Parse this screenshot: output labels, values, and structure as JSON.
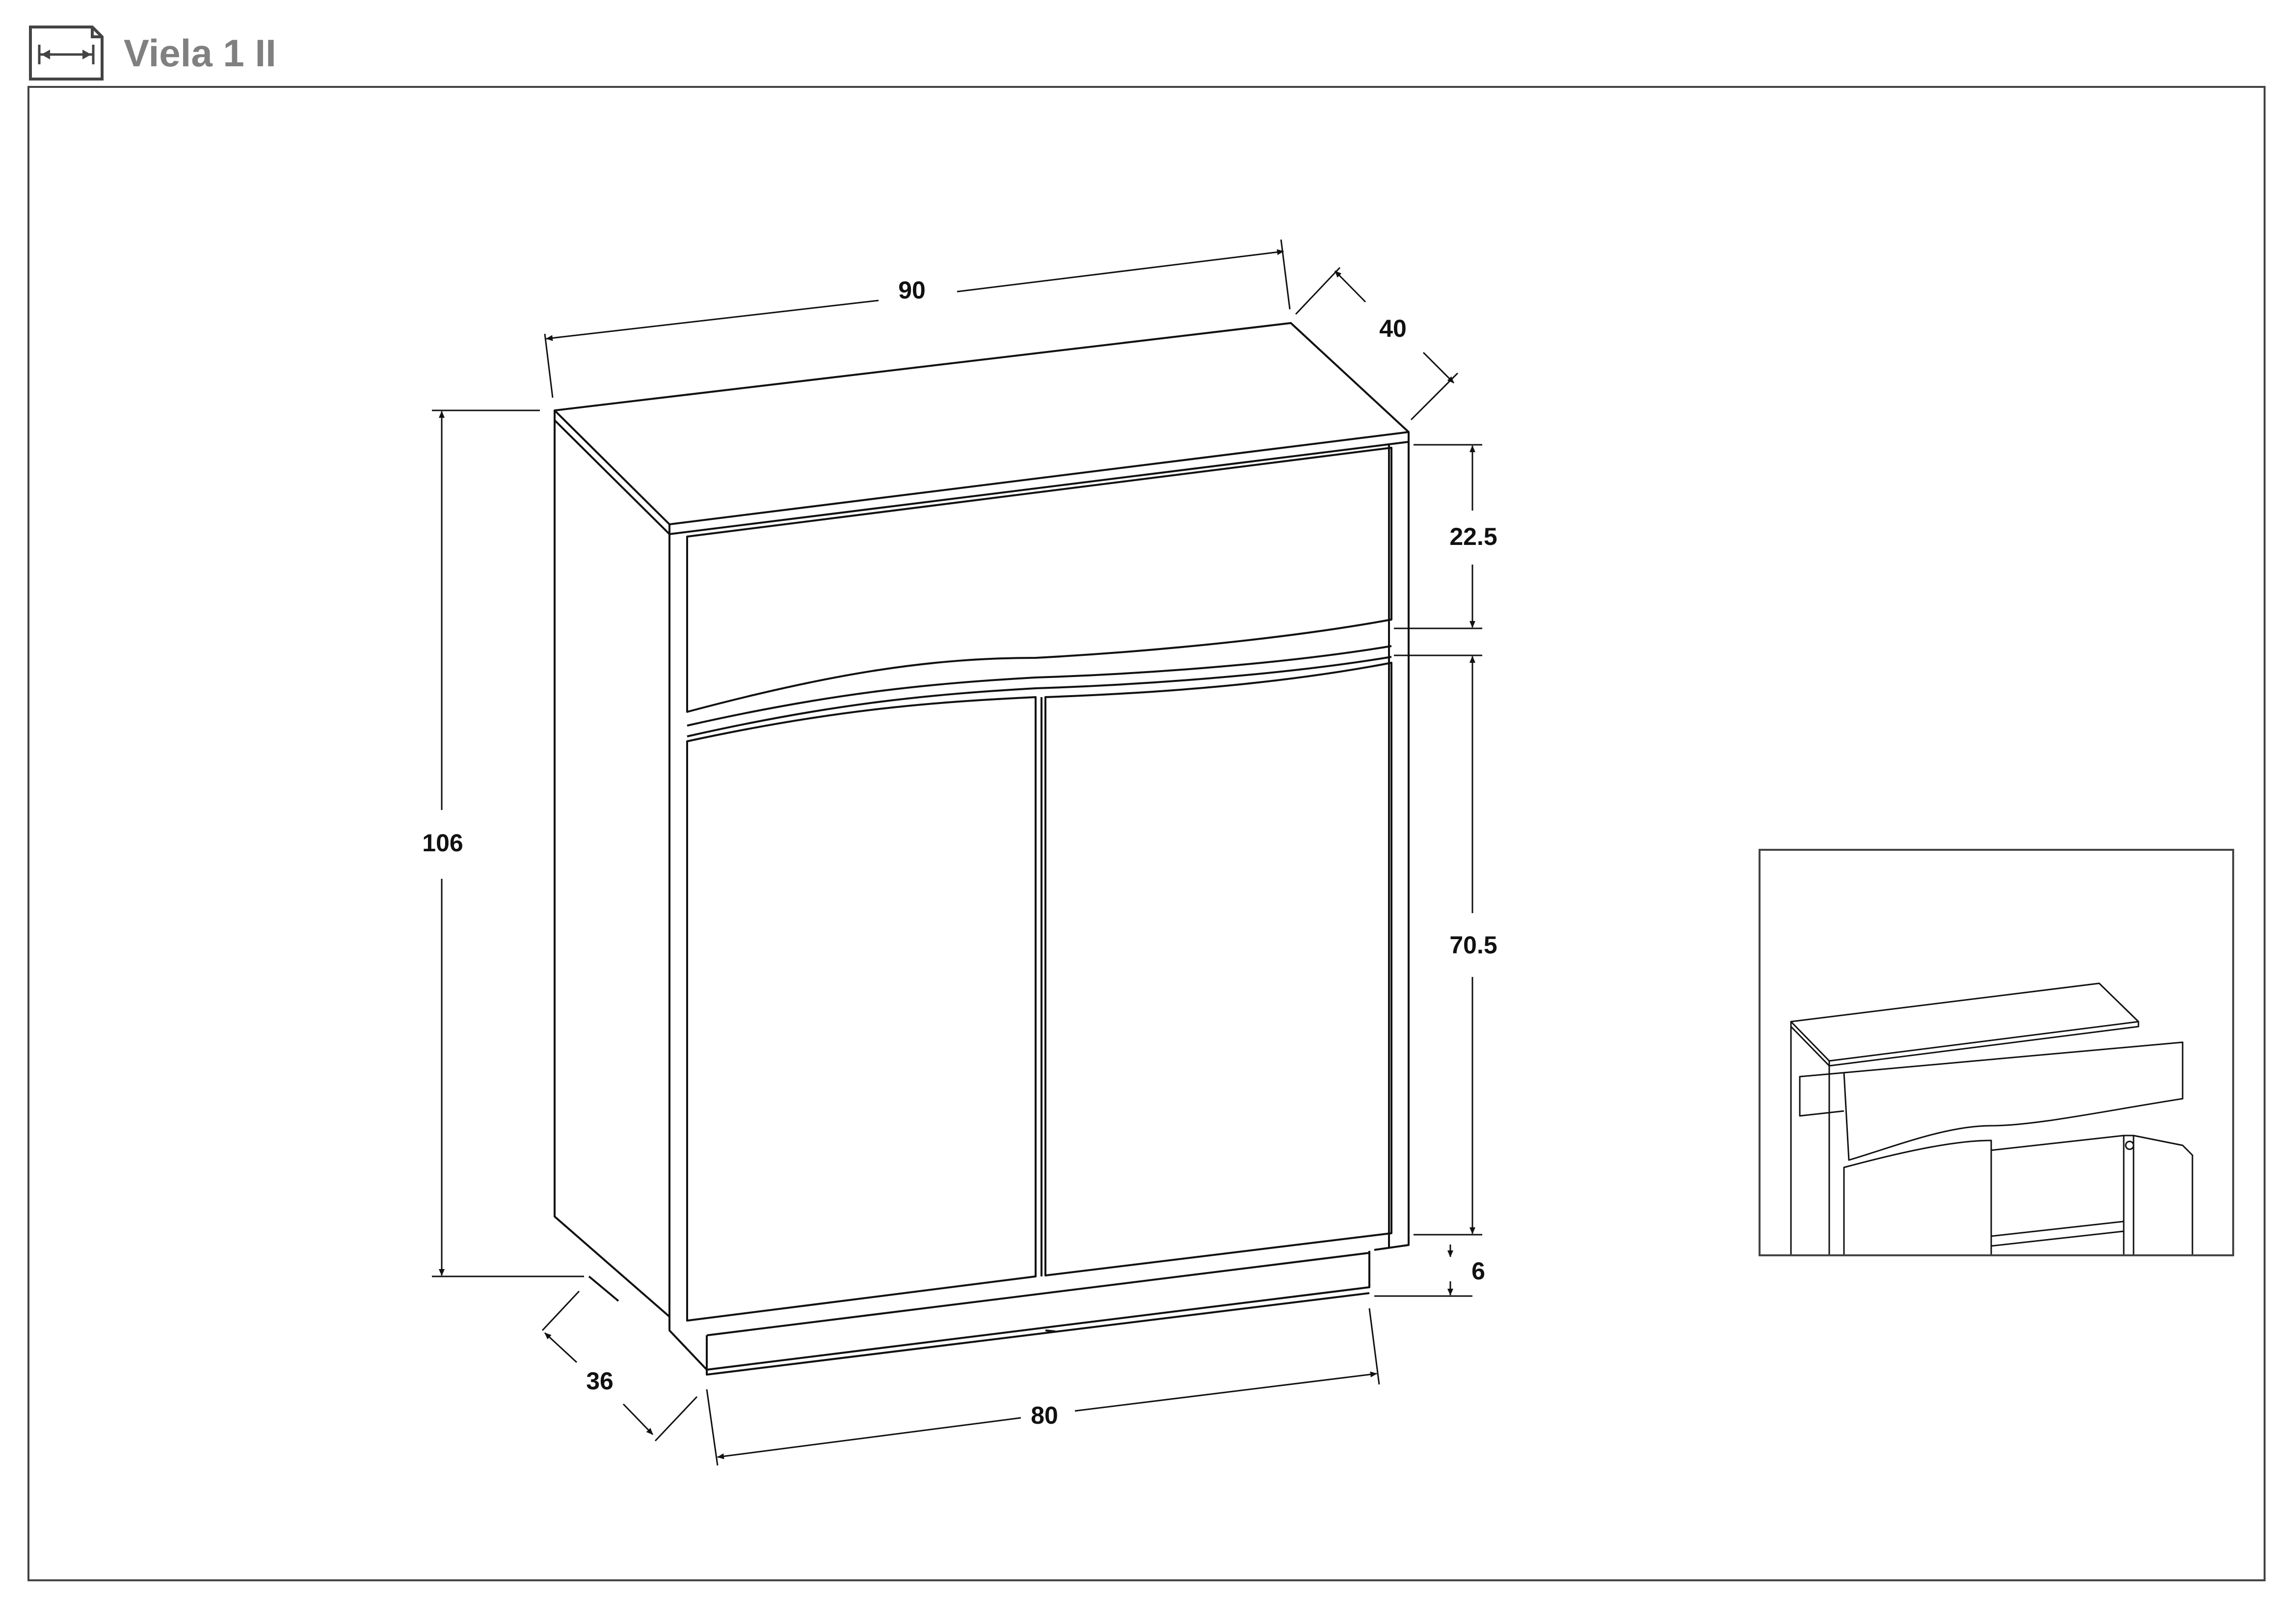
{
  "header": {
    "title": "Viela 1 II",
    "icon": "dimensions-icon"
  },
  "dimensions": {
    "width_top": "90",
    "depth_top": "40",
    "height_total": "106",
    "drawer_height": "22.5",
    "doors_height": "70.5",
    "plinth_height": "6",
    "depth_bottom": "36",
    "width_bottom": "80"
  },
  "colors": {
    "line": "#111111",
    "frame": "#444444",
    "title": "#808080"
  }
}
